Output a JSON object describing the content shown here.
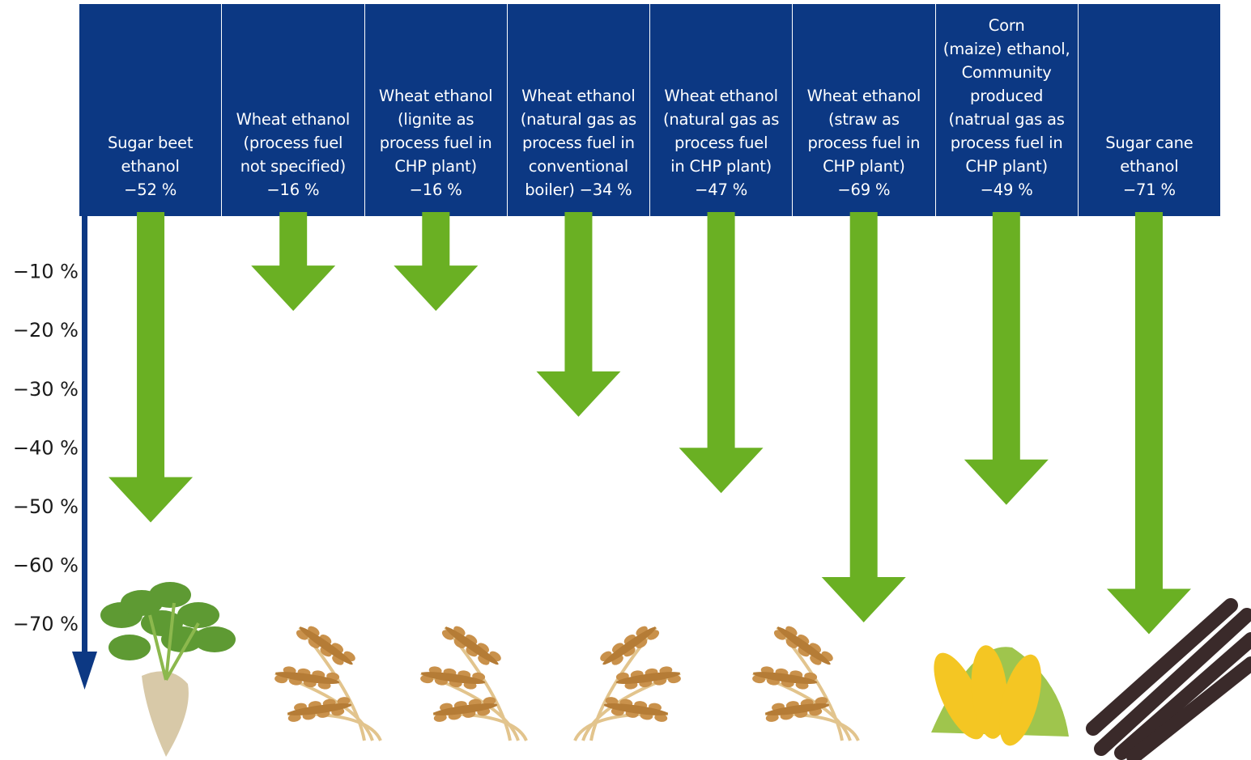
{
  "colors": {
    "header_bg": "#0c3883",
    "arrow": "#6ab023",
    "axis": "#0c3883"
  },
  "chart_data": {
    "type": "bar",
    "orientation": "downward-arrows",
    "categories": [
      "Sugar beet\nethanol\n−52 %",
      "Wheat ethanol\n(process fuel\nnot specified)\n−16 %",
      "Wheat ethanol\n(lignite as\nprocess fuel in\nCHP plant)\n−16 %",
      "Wheat ethanol\n(natural gas as\nprocess fuel in\nconventional\nboiler) −34 %",
      "Wheat ethanol\n(natural gas as\nprocess fuel\nin CHP plant)\n−47 %",
      "Wheat ethanol\n(straw as\nprocess fuel in\nCHP plant)\n−69 %",
      "Corn\n(maize) ethanol,\nCommunity\nproduced\n(natrual gas as\nprocess fuel in\nCHP plant)\n−49 %",
      "Sugar cane\nethanol\n−71 %"
    ],
    "values": [
      -52,
      -16,
      -16,
      -34,
      -47,
      -69,
      -49,
      -71
    ],
    "crops": [
      "sugar-beet",
      "wheat",
      "wheat",
      "wheat",
      "wheat",
      "wheat",
      "corn",
      "sugar-cane"
    ],
    "yticks": [
      "−10 %",
      "−20 %",
      "−30 %",
      "−40 %",
      "−50 %",
      "−60 %",
      "−70 %"
    ],
    "ytick_values": [
      -10,
      -20,
      -30,
      -40,
      -50,
      -60,
      -70
    ],
    "ylim": [
      0,
      -75
    ],
    "grid": false,
    "title": "",
    "xlabel": "",
    "ylabel": ""
  }
}
